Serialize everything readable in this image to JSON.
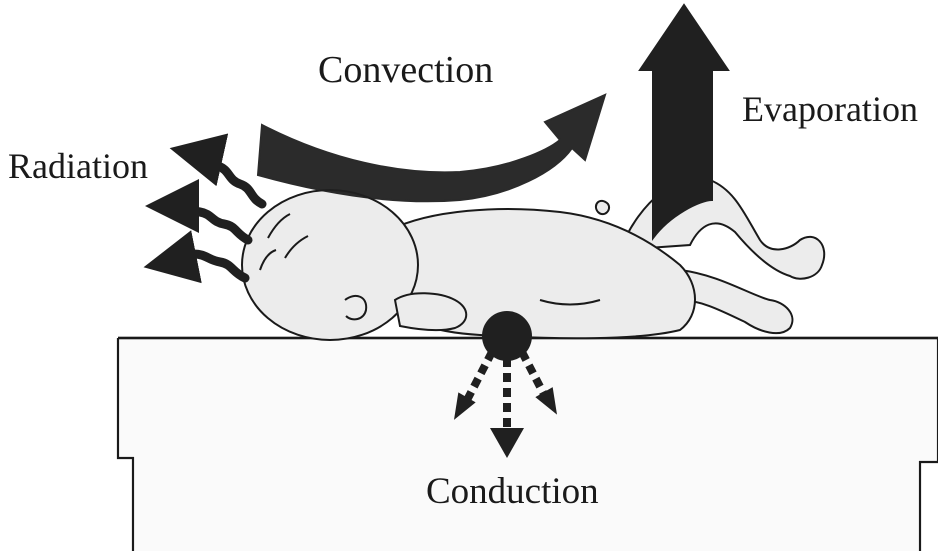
{
  "labels": {
    "convection": "Convection",
    "radiation": "Radiation",
    "evaporation": "Evaporation",
    "conduction": "Conduction"
  },
  "colors": {
    "ink": "#1a1a1a",
    "arrow": "#202020",
    "skin": "#ececec",
    "table": "#fafafa"
  },
  "icons": {
    "convection_arrow": "curved-arrow-icon",
    "evaporation_arrow": "up-arrow-icon",
    "radiation_arrows": "wavy-arrow-icon",
    "conduction_arrows": "dashed-arrow-icon"
  }
}
